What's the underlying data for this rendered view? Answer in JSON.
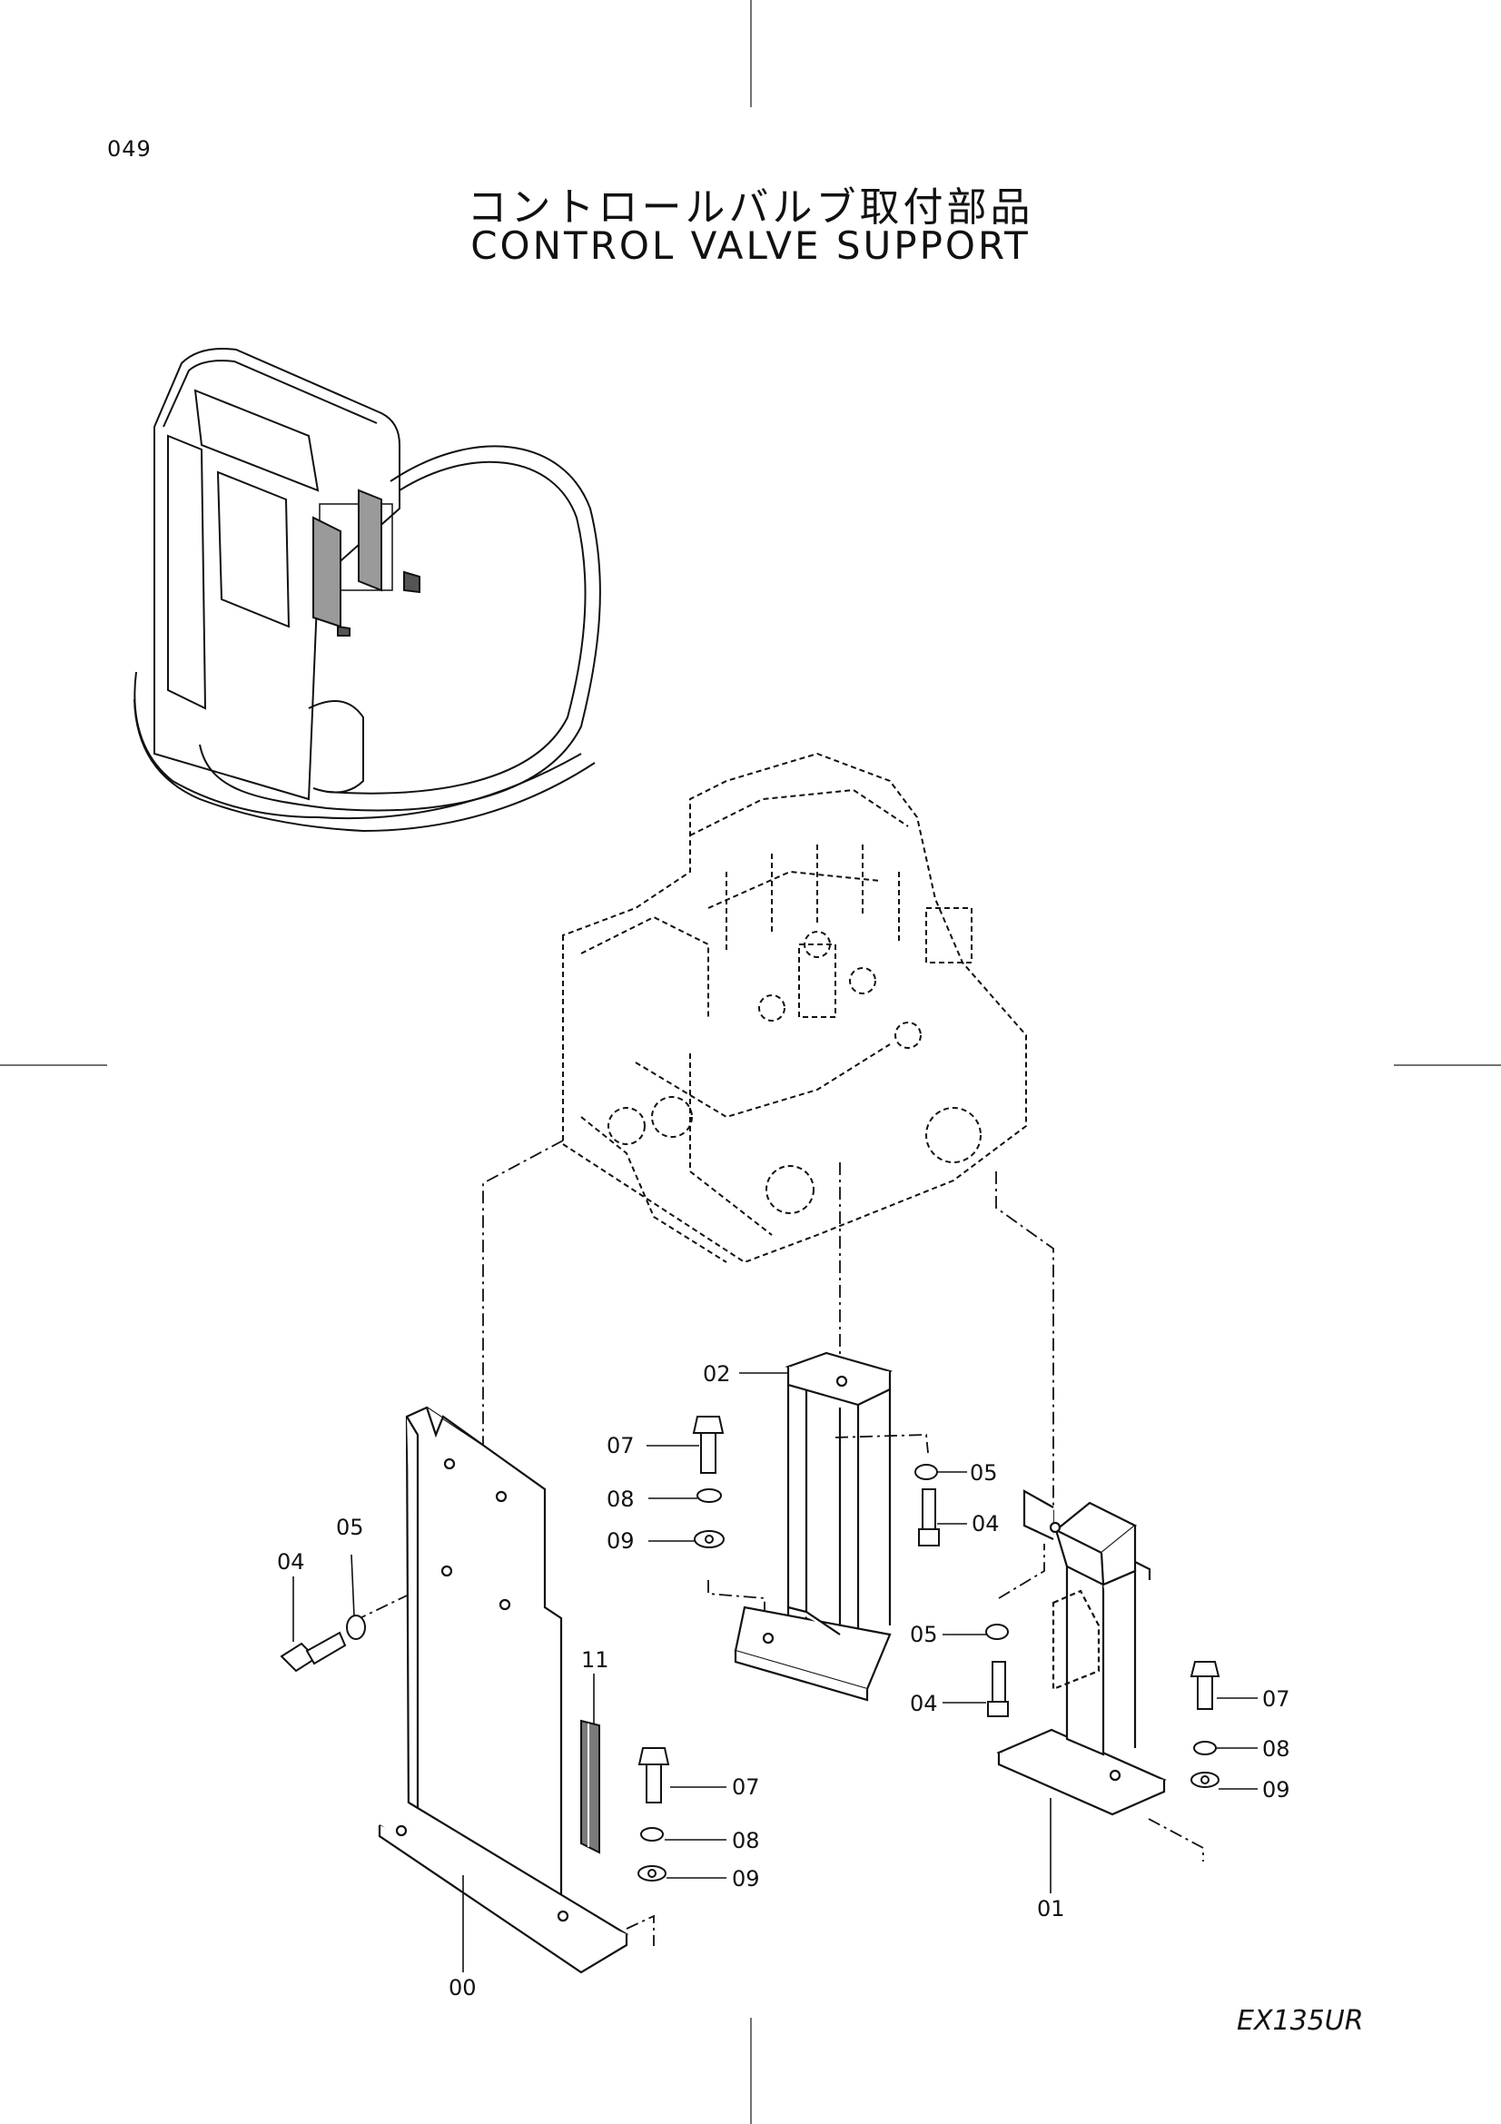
{
  "page": {
    "number": "049",
    "title_jp": "コントロールバルブ取付部品",
    "title_en": "CONTROL  VALVE  SUPPORT",
    "model": "EX135UR"
  },
  "callouts": {
    "c00": "00",
    "c01": "01",
    "c02": "02",
    "c04a": "04",
    "c04b": "04",
    "c04c": "04",
    "c05a": "05",
    "c05b": "05",
    "c05c": "05",
    "c07a": "07",
    "c07b": "07",
    "c07c": "07",
    "c08a": "08",
    "c08b": "08",
    "c08c": "08",
    "c09a": "09",
    "c09b": "09",
    "c09c": "09",
    "c11": "11"
  }
}
